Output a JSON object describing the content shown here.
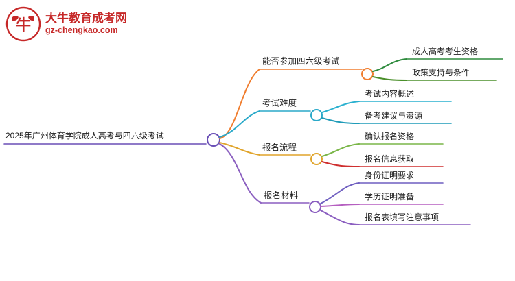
{
  "logo": {
    "mark_name": "da-niu-bull-logo",
    "title": "大牛教育成考网",
    "subtitle": "gz-chengkao.com",
    "brand_color": "#c62828"
  },
  "diagram": {
    "type": "mind-map",
    "root": {
      "label": "2025年广州体育学院成人高考与四六级考试",
      "color": "#6a4fb6"
    },
    "branches": [
      {
        "label": "能否参加四六级考试",
        "color": "#f07d2e",
        "children": [
          {
            "label": "成人高考考生资格",
            "color": "#2e8b3d"
          },
          {
            "label": "政策支持与条件",
            "color": "#4a8f2a"
          }
        ]
      },
      {
        "label": "考试难度",
        "color": "#2aa9c9",
        "children": [
          {
            "label": "考试内容概述",
            "color": "#29b0cf"
          },
          {
            "label": "备考建议与资源",
            "color": "#1f9bb8"
          }
        ]
      },
      {
        "label": "报名流程",
        "color": "#e0a42a",
        "children": [
          {
            "label": "确认报名资格",
            "color": "#7ab648"
          },
          {
            "label": "报名信息获取",
            "color": "#cf2f2f"
          }
        ]
      },
      {
        "label": "报名材料",
        "color": "#8b5fc0",
        "children": [
          {
            "label": "身份证明要求",
            "color": "#6f5fc0"
          },
          {
            "label": "学历证明准备",
            "color": "#b55fc0"
          },
          {
            "label": "报名表填写注意事项",
            "color": "#8b5fc0"
          }
        ]
      }
    ]
  }
}
